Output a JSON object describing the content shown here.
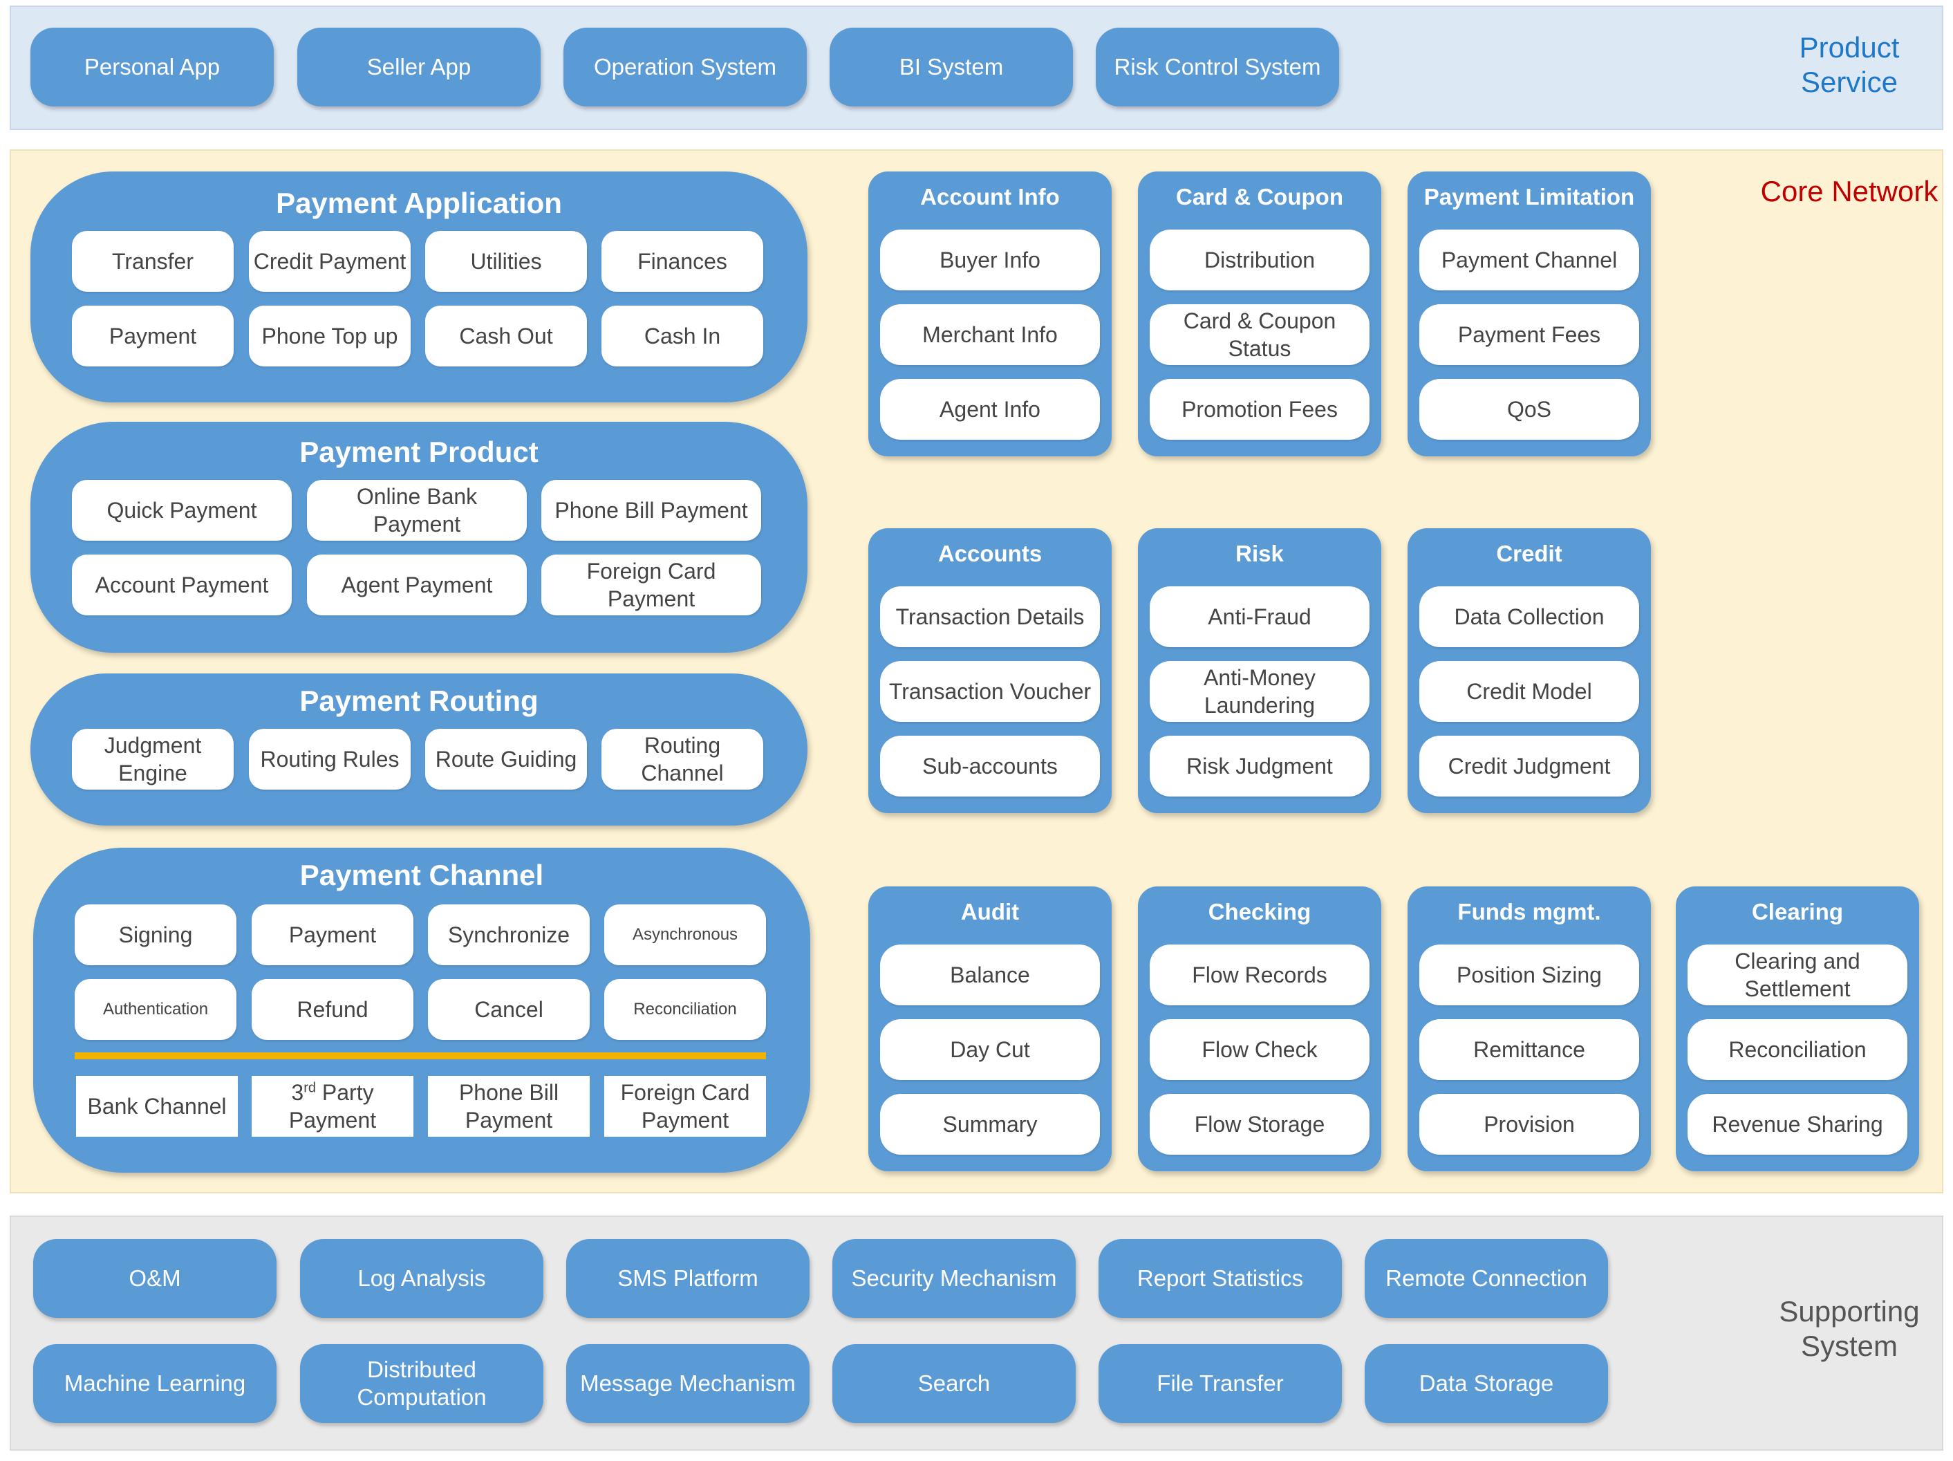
{
  "layers": {
    "product_label": "Product Service",
    "core_label": "Core Network",
    "support_label": "Supporting System"
  },
  "product_service": [
    "Personal App",
    "Seller App",
    "Operation System",
    "BI System",
    "Risk Control System"
  ],
  "payment_application": {
    "title": "Payment Application",
    "row1": [
      "Transfer",
      "Credit Payment",
      "Utilities",
      "Finances"
    ],
    "row2": [
      "Payment",
      "Phone Top up",
      "Cash Out",
      "Cash In"
    ]
  },
  "payment_product": {
    "title": "Payment Product",
    "row1": [
      "Quick Payment",
      "Online Bank Payment",
      "Phone Bill Payment"
    ],
    "row2": [
      "Account Payment",
      "Agent Payment",
      "Foreign Card Payment"
    ]
  },
  "payment_routing": {
    "title": "Payment Routing",
    "row1": [
      "Judgment Engine",
      "Routing Rules",
      "Route Guiding",
      "Routing Channel"
    ]
  },
  "payment_channel": {
    "title": "Payment Channel",
    "row1": [
      "Signing",
      "Payment",
      "Synchronize",
      "Asynchronous"
    ],
    "row2": [
      "Authentication",
      "Refund",
      "Cancel",
      "Reconciliation"
    ],
    "channels": {
      "bank": "Bank Channel",
      "third_num": "3",
      "third_sup": "rd",
      "third_text": "Party Payment",
      "phone_bill": "Phone Bill Payment",
      "foreign_card": "Foreign Card Payment"
    }
  },
  "modules_row1": [
    {
      "title": "Account Info",
      "items": [
        "Buyer Info",
        "Merchant Info",
        "Agent Info"
      ]
    },
    {
      "title": "Card & Coupon",
      "items": [
        "Distribution",
        "Card & Coupon Status",
        "Promotion Fees"
      ]
    },
    {
      "title": "Payment Limitation",
      "items": [
        "Payment Channel",
        "Payment Fees",
        "QoS"
      ]
    }
  ],
  "modules_row2": [
    {
      "title": "Accounts",
      "items": [
        "Transaction Details",
        "Transaction Voucher",
        "Sub-accounts"
      ]
    },
    {
      "title": "Risk",
      "items": [
        "Anti-Fraud",
        "Anti-Money Laundering",
        "Risk Judgment"
      ]
    },
    {
      "title": "Credit",
      "items": [
        "Data Collection",
        "Credit Model",
        "Credit Judgment"
      ]
    }
  ],
  "modules_row3": [
    {
      "title": "Audit",
      "items": [
        "Balance",
        "Day Cut",
        "Summary"
      ]
    },
    {
      "title": "Checking",
      "items": [
        "Flow Records",
        "Flow Check",
        "Flow Storage"
      ]
    },
    {
      "title": "Funds mgmt.",
      "items": [
        "Position Sizing",
        "Remittance",
        "Provision"
      ]
    },
    {
      "title": "Clearing",
      "items": [
        "Clearing and Settlement",
        "Reconciliation",
        "Revenue Sharing"
      ]
    }
  ],
  "supporting": {
    "row1": [
      "O&M",
      "Log Analysis",
      "SMS Platform",
      "Security Mechanism",
      "Report Statistics",
      "Remote Connection"
    ],
    "row2": [
      "Machine Learning",
      "Distributed Computation",
      "Message Mechanism",
      "Search",
      "File Transfer",
      "Data Storage"
    ]
  },
  "colors": {
    "accent_blue": "#5b9bd5",
    "product_bg": "#dde8f5",
    "core_bg": "#fdf2d3",
    "support_bg": "#e9e9e9",
    "product_label": "#1e78c8",
    "core_label": "#c00000",
    "channel_bar": "#f0b400"
  }
}
